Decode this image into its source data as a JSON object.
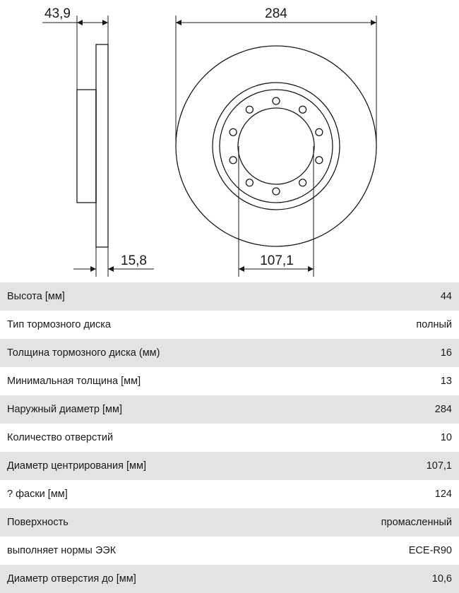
{
  "drawing": {
    "dimensions": {
      "overall_height": "43,9",
      "disc_thickness": "15,8",
      "outer_diameter": "284",
      "centering_diameter": "107,1"
    },
    "bolt_hole_count": 10
  },
  "specs": [
    {
      "label": "Высота [мм]",
      "value": "44"
    },
    {
      "label": "Тип тормозного диска",
      "value": "полный"
    },
    {
      "label": "Толщина тормозного диска (мм)",
      "value": "16"
    },
    {
      "label": "Минимальная толщина [мм]",
      "value": "13"
    },
    {
      "label": "Наружный диаметр [мм]",
      "value": "284"
    },
    {
      "label": "Количество отверстий",
      "value": "10"
    },
    {
      "label": "Диаметр центрирования [мм]",
      "value": "107,1"
    },
    {
      "label": "? фаски [мм]",
      "value": "124"
    },
    {
      "label": "Поверхность",
      "value": "промасленный"
    },
    {
      "label": "выполняет нормы ЭЭК",
      "value": "ECE-R90"
    },
    {
      "label": "Диаметр отверстия до [мм]",
      "value": "10,6"
    }
  ]
}
